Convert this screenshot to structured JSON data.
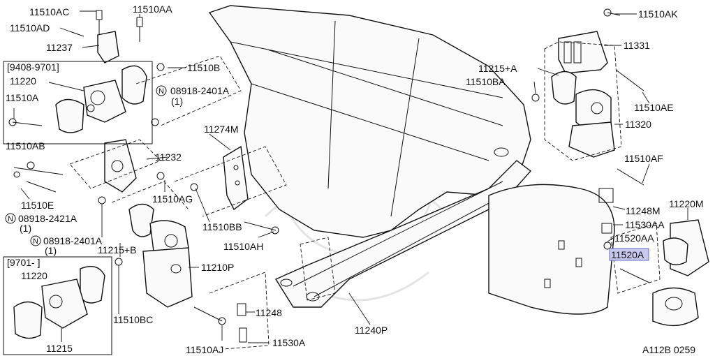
{
  "labels": {
    "p11510AC": "11510AC",
    "p11510AA": "11510AA",
    "p11510AD": "11510AD",
    "p11237": "11237",
    "p11510B": "11510B",
    "date1": "[9408-9701]",
    "p11220_top": "11220",
    "p11510A": "11510A",
    "n08918_2401A_1": "08918-2401A",
    "qty1": "(1)",
    "p11510AB": "11510AB",
    "p11274M": "11274M",
    "p11232": "11232",
    "p11510E": "11510E",
    "p11510AG": "11510AG",
    "n08918_2421A": "08918-2421A",
    "qty2": "(1)",
    "p11510BB": "11510BB",
    "n08918_2401A_2": "08918-2401A",
    "qty3": "(1)",
    "p11215B": "11215+B",
    "p11510AH": "11510AH",
    "date2": "[9701-     ]",
    "p11220_box": "11220",
    "p11210P": "11210P",
    "p11510BC": "11510BC",
    "p11215_box": "11215",
    "p11248_lower": "11248",
    "p11530A": "11530A",
    "p11510AJ": "11510AJ",
    "p11240P": "11240P",
    "p11510AK": "11510AK",
    "p11331": "11331",
    "p11215A": "11215+A",
    "p11510BA": "11510BA",
    "p11510AE": "11510AE",
    "p11320": "11320",
    "p11510AF": "11510AF",
    "p11248M": "11248M",
    "p11220M": "11220M",
    "p11530AA": "11530AA",
    "p11520AA": "11520AA",
    "p11520A": "11520A",
    "ref": "A112B 0259",
    "n_mark": "N"
  },
  "highlight": {
    "part": "11520A",
    "color": "#c9c9ef"
  }
}
